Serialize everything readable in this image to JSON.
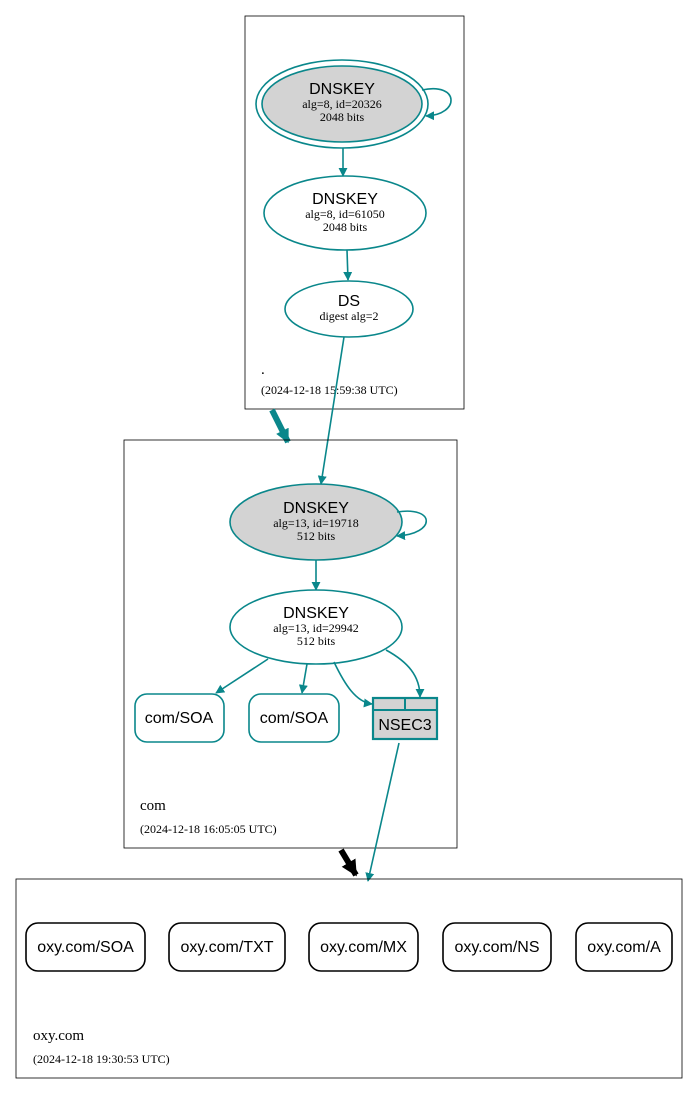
{
  "zones": {
    "root": {
      "name": ".",
      "time": "(2024-12-18 15:59:38 UTC)"
    },
    "com": {
      "name": "com",
      "time": "(2024-12-18 16:05:05 UTC)"
    },
    "oxy": {
      "name": "oxy.com",
      "time": "(2024-12-18 19:30:53 UTC)"
    }
  },
  "nodes": {
    "root_ksk": {
      "title": "DNSKEY",
      "line1": "alg=8, id=20326",
      "line2": "2048 bits"
    },
    "root_zsk": {
      "title": "DNSKEY",
      "line1": "alg=8, id=61050",
      "line2": "2048 bits"
    },
    "root_ds": {
      "title": "DS",
      "line1": "digest alg=2"
    },
    "com_ksk": {
      "title": "DNSKEY",
      "line1": "alg=13, id=19718",
      "line2": "512 bits"
    },
    "com_zsk": {
      "title": "DNSKEY",
      "line1": "alg=13, id=29942",
      "line2": "512 bits"
    },
    "com_soa_1": {
      "label": "com/SOA"
    },
    "com_soa_2": {
      "label": "com/SOA"
    },
    "nsec3": {
      "label": "NSEC3"
    }
  },
  "records": [
    "oxy.com/SOA",
    "oxy.com/TXT",
    "oxy.com/MX",
    "oxy.com/NS",
    "oxy.com/A"
  ],
  "colors": {
    "edge": "#0a878b",
    "ksk_fill": "#d3d3d3",
    "box": "#000000",
    "delegation_arrow_insecure": "#000000"
  }
}
